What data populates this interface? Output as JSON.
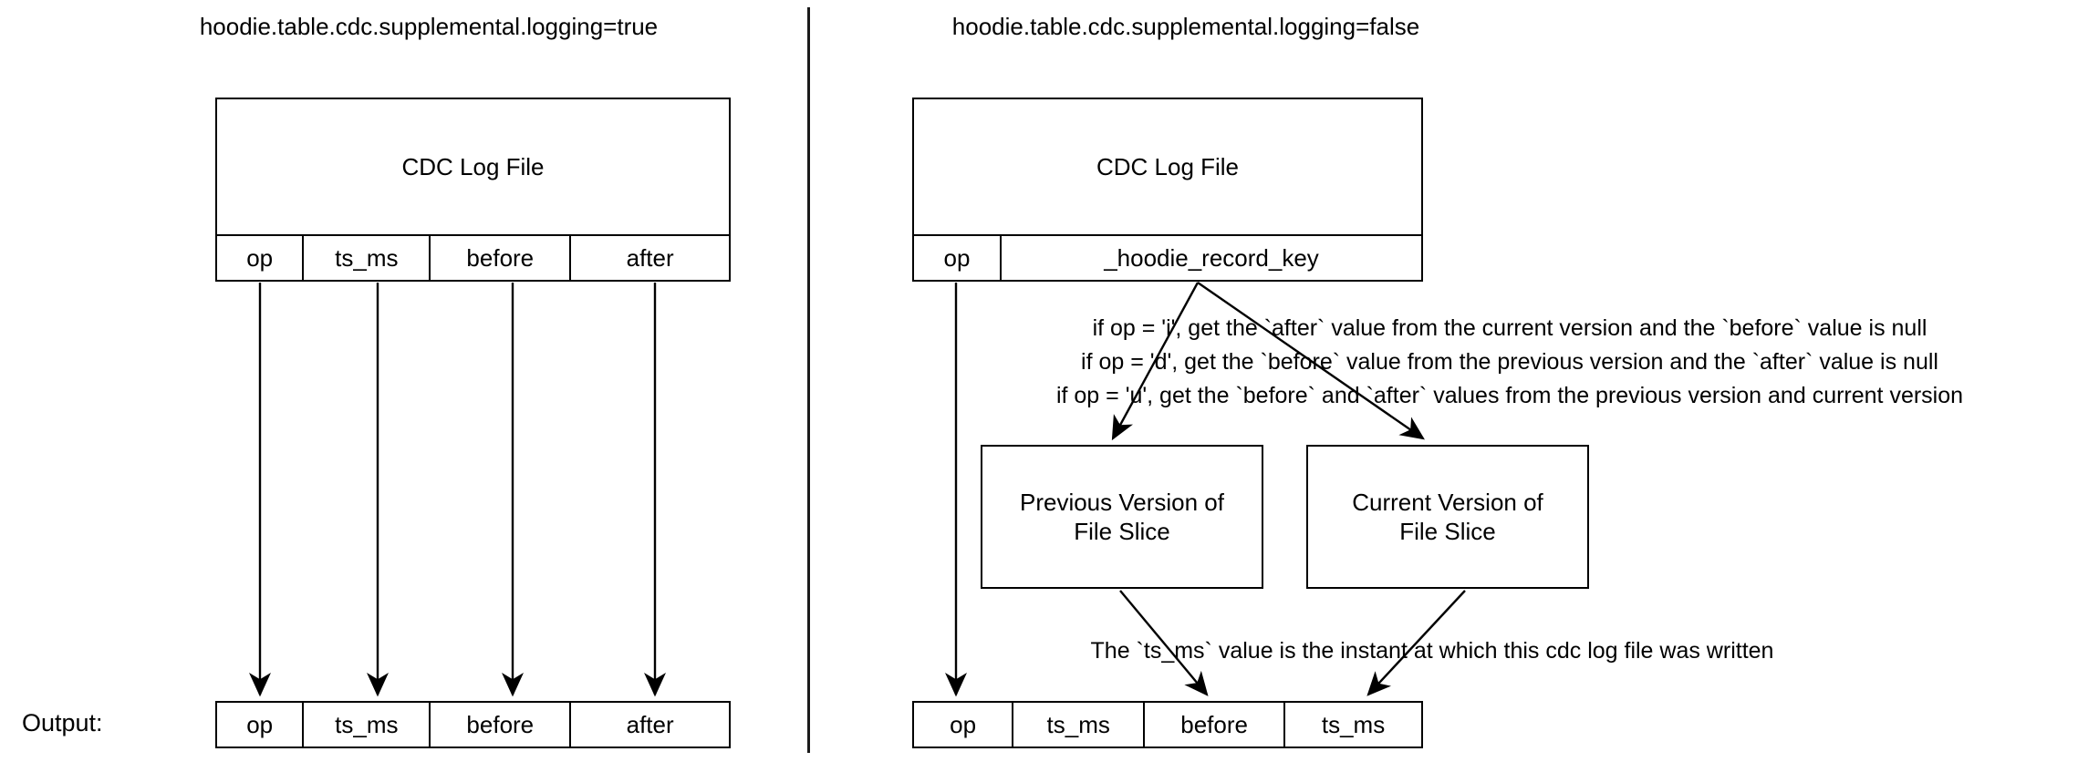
{
  "panels": [
    {
      "id": "left",
      "title": "hoodie.table.cdc.supplemental.logging=true",
      "cdc_log_file": {
        "header_label": "CDC Log File",
        "columns": [
          "op",
          "ts_ms",
          "before",
          "after"
        ]
      },
      "output": {
        "label": "Output:",
        "columns": [
          "op",
          "ts_ms",
          "before",
          "after"
        ]
      }
    },
    {
      "id": "right",
      "title": "hoodie.table.cdc.supplemental.logging=false",
      "cdc_log_file": {
        "header_label": "CDC Log File",
        "columns": [
          "op",
          "_hoodie_record_key"
        ]
      },
      "notes": [
        "if op = 'i', get the `after` value from the current version and the `before` value is null",
        "if op = 'd', get the `before` value from the previous version  and the `after` value is null",
        "if op = 'u', get the `before` and `after` values from the previous version and current version"
      ],
      "boxes": [
        {
          "label_line1": "Previous Version of",
          "label_line2": "File Slice"
        },
        {
          "label_line1": "Current Version of",
          "label_line2": "File Slice"
        }
      ],
      "ts_note": "The `ts_ms` value is the instant at which this cdc log file was written",
      "output": {
        "columns": [
          "op",
          "ts_ms",
          "before",
          "ts_ms"
        ]
      }
    }
  ],
  "colors": {
    "stroke": "#000000",
    "background": "#ffffff",
    "divider": "#1a1a1a"
  }
}
